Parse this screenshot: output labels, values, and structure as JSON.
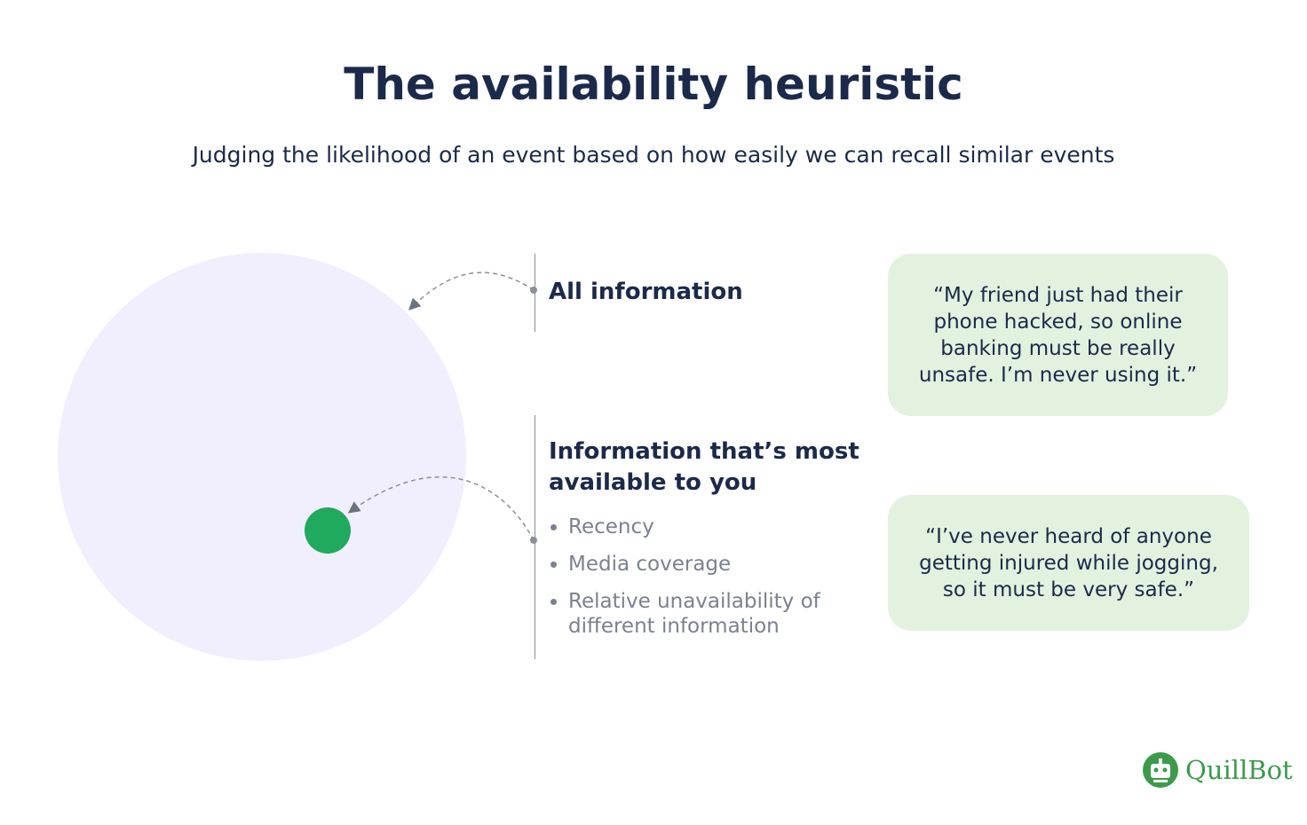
{
  "title": "The availability heuristic",
  "subtitle": "Judging the likelihood of an event based on how easily we can recall similar events",
  "all_information": {
    "heading": "All information"
  },
  "most_available": {
    "heading_line1": "Information that’s most",
    "heading_line2": "available to you",
    "bullets": [
      "Recency",
      "Media coverage",
      "Relative unavailability of different information"
    ]
  },
  "quotes": [
    {
      "line1": "“My friend just had their",
      "line2": "phone hacked, so online",
      "line3": "banking must be really",
      "line4": "unsafe. I’m never using it.”"
    },
    {
      "line1": "“I’ve never heard of anyone",
      "line2": "getting injured while jogging,",
      "line3": "so it must be very safe.”"
    }
  ],
  "logo": {
    "text": "QuillBot"
  },
  "colors": {
    "title": "#1b2a4a",
    "big_circle": "#f1effd",
    "small_circle": "#1faa5e",
    "bubble": "#e2f2df",
    "bullet_text": "#7b8190",
    "logo": "#3c9a4b"
  },
  "icons": {
    "arrow": "dashed-curved-arrow-icon",
    "logo": "quillbot-robot-icon"
  }
}
